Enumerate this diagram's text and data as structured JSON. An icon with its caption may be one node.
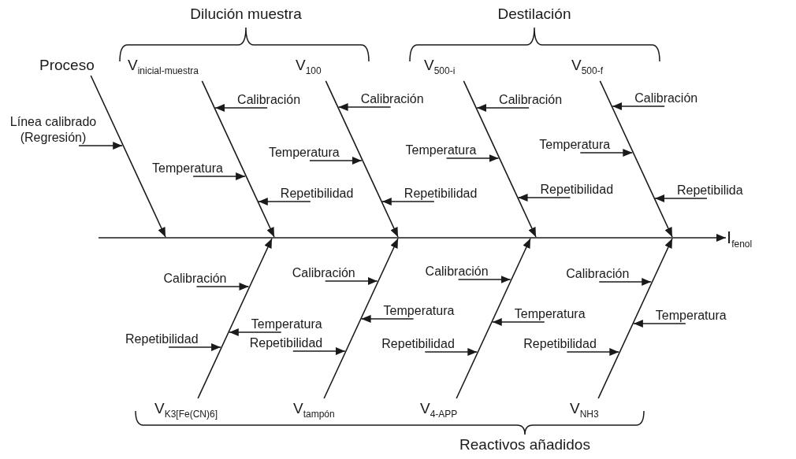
{
  "diagram": {
    "nodes": [
      {
        "text": [
          "Proceso"
        ]
      },
      {
        "text": [
          "Línea calibrado (Regresión)"
        ]
      },
      {
        "text": [
          "V$_{inicial-muestra}$"
        ]
      },
      {
        "text": [
          "Calibración"
        ]
      },
      {
        "text": [
          "Temperatura"
        ]
      },
      {
        "text": [
          "Repetibilidad"
        ]
      },
      {
        "text": [
          "V$_{100}$"
        ]
      },
      {
        "text": [
          "Calibración"
        ]
      },
      {
        "text": [
          "Temperatura"
        ]
      },
      {
        "text": [
          "Repetibilidad"
        ]
      },
      {
        "text": [
          "V$_{500-i}$"
        ]
      },
      {
        "text": [
          "Calibración"
        ]
      },
      {
        "text": [
          "Temperatura"
        ]
      },
      {
        "text": [
          "Repetibilidad"
        ]
      },
      {
        "text": [
          "V$_{500-f}$"
        ]
      },
      {
        "text": [
          "Calibración"
        ]
      },
      {
        "text": [
          "Temperatura"
        ]
      },
      {
        "text": [
          "Repetibilida"
        ]
      },
      {
        "text": [
          "I$_{fenol}$"
        ]
      },
      {
        "text": [
          "V$_{K3[Fe(CN)6]}$"
        ]
      },
      {
        "text": [
          "Calibración"
        ]
      },
      {
        "text": [
          "Temperatura"
        ]
      },
      {
        "text": [
          "Repetibilidad"
        ]
      },
      {
        "text": [
          "V$_{tampón}$"
        ]
      },
      {
        "text": [
          "Calibración"
        ]
      },
      {
        "text": [
          "Temperatura"
        ]
      },
      {
        "text": [
          "Repetibilidad"
        ]
      },
      {
        "text": [
          "V$_{4-APP}$"
        ]
      },
      {
        "text": [
          "Calibración"
        ]
      },
      {
        "text": [
          "Temperatura"
        ]
      },
      {
        "text": [
          "Repetibilidad"
        ]
      },
      {
        "text": [
          "V$_{NH3}$"
        ]
      },
      {
        "text": [
          "Calibración"
        ]
      },
      {
        "text": [
          "Temperatura"
        ]
      },
      {
        "text": [
          "Repetibilidad"
        ]
      }
    ],
    "edges": [
      {
        "from": null,
        "to": 18,
        "arrow": "to"
      },
      {
        "from": 0,
        "to": null,
        "arrow": "to"
      },
      {
        "from": 1,
        "to": null,
        "arrow": "to"
      },
      {
        "from": 2,
        "to": null,
        "arrow": "to"
      },
      {
        "from": 3,
        "to": null,
        "arrow": "to"
      },
      {
        "from": 4,
        "to": null,
        "arrow": "to"
      },
      {
        "from": 5,
        "to": null,
        "arrow": "to"
      },
      {
        "from": 6,
        "to": null,
        "arrow": "to"
      },
      {
        "from": 7,
        "to": null,
        "arrow": "to"
      },
      {
        "from": 8,
        "to": null,
        "arrow": "to"
      },
      {
        "from": 9,
        "to": null,
        "arrow": "to"
      },
      {
        "from": 10,
        "to": null,
        "arrow": "to"
      },
      {
        "from": 11,
        "to": null,
        "arrow": "to"
      },
      {
        "from": 12,
        "to": null,
        "arrow": "to"
      },
      {
        "from": 13,
        "to": null,
        "arrow": "to"
      },
      {
        "from": 14,
        "to": null,
        "arrow": "to"
      },
      {
        "from": 15,
        "to": null,
        "arrow": "to"
      },
      {
        "from": 16,
        "to": null,
        "arrow": "to"
      },
      {
        "from": 17,
        "to": null,
        "arrow": "to"
      },
      {
        "from": 19,
        "to": null,
        "arrow": "to"
      },
      {
        "from": 20,
        "to": null,
        "arrow": "to"
      },
      {
        "from": 21,
        "to": null,
        "arrow": "to"
      },
      {
        "from": 22,
        "to": null,
        "arrow": "to"
      },
      {
        "from": 23,
        "to": null,
        "arrow": "to"
      },
      {
        "from": 24,
        "to": null,
        "arrow": "to"
      },
      {
        "from": 25,
        "to": null,
        "arrow": "to"
      },
      {
        "from": 26,
        "to": null,
        "arrow": "to"
      },
      {
        "from": 27,
        "to": null,
        "arrow": "to"
      },
      {
        "from": 28,
        "to": null,
        "arrow": "to"
      },
      {
        "from": 29,
        "to": null,
        "arrow": "to"
      },
      {
        "from": 30,
        "to": null,
        "arrow": "to"
      },
      {
        "from": 31,
        "to": null,
        "arrow": "to"
      },
      {
        "from": 32,
        "to": null,
        "arrow": "to"
      },
      {
        "from": 33,
        "to": null,
        "arrow": "to"
      },
      {
        "from": 34,
        "to": null,
        "arrow": "to"
      }
    ],
    "labels": [
      "Dilución muestra",
      "Destilación",
      "Reactivos añadidos"
    ]
  }
}
